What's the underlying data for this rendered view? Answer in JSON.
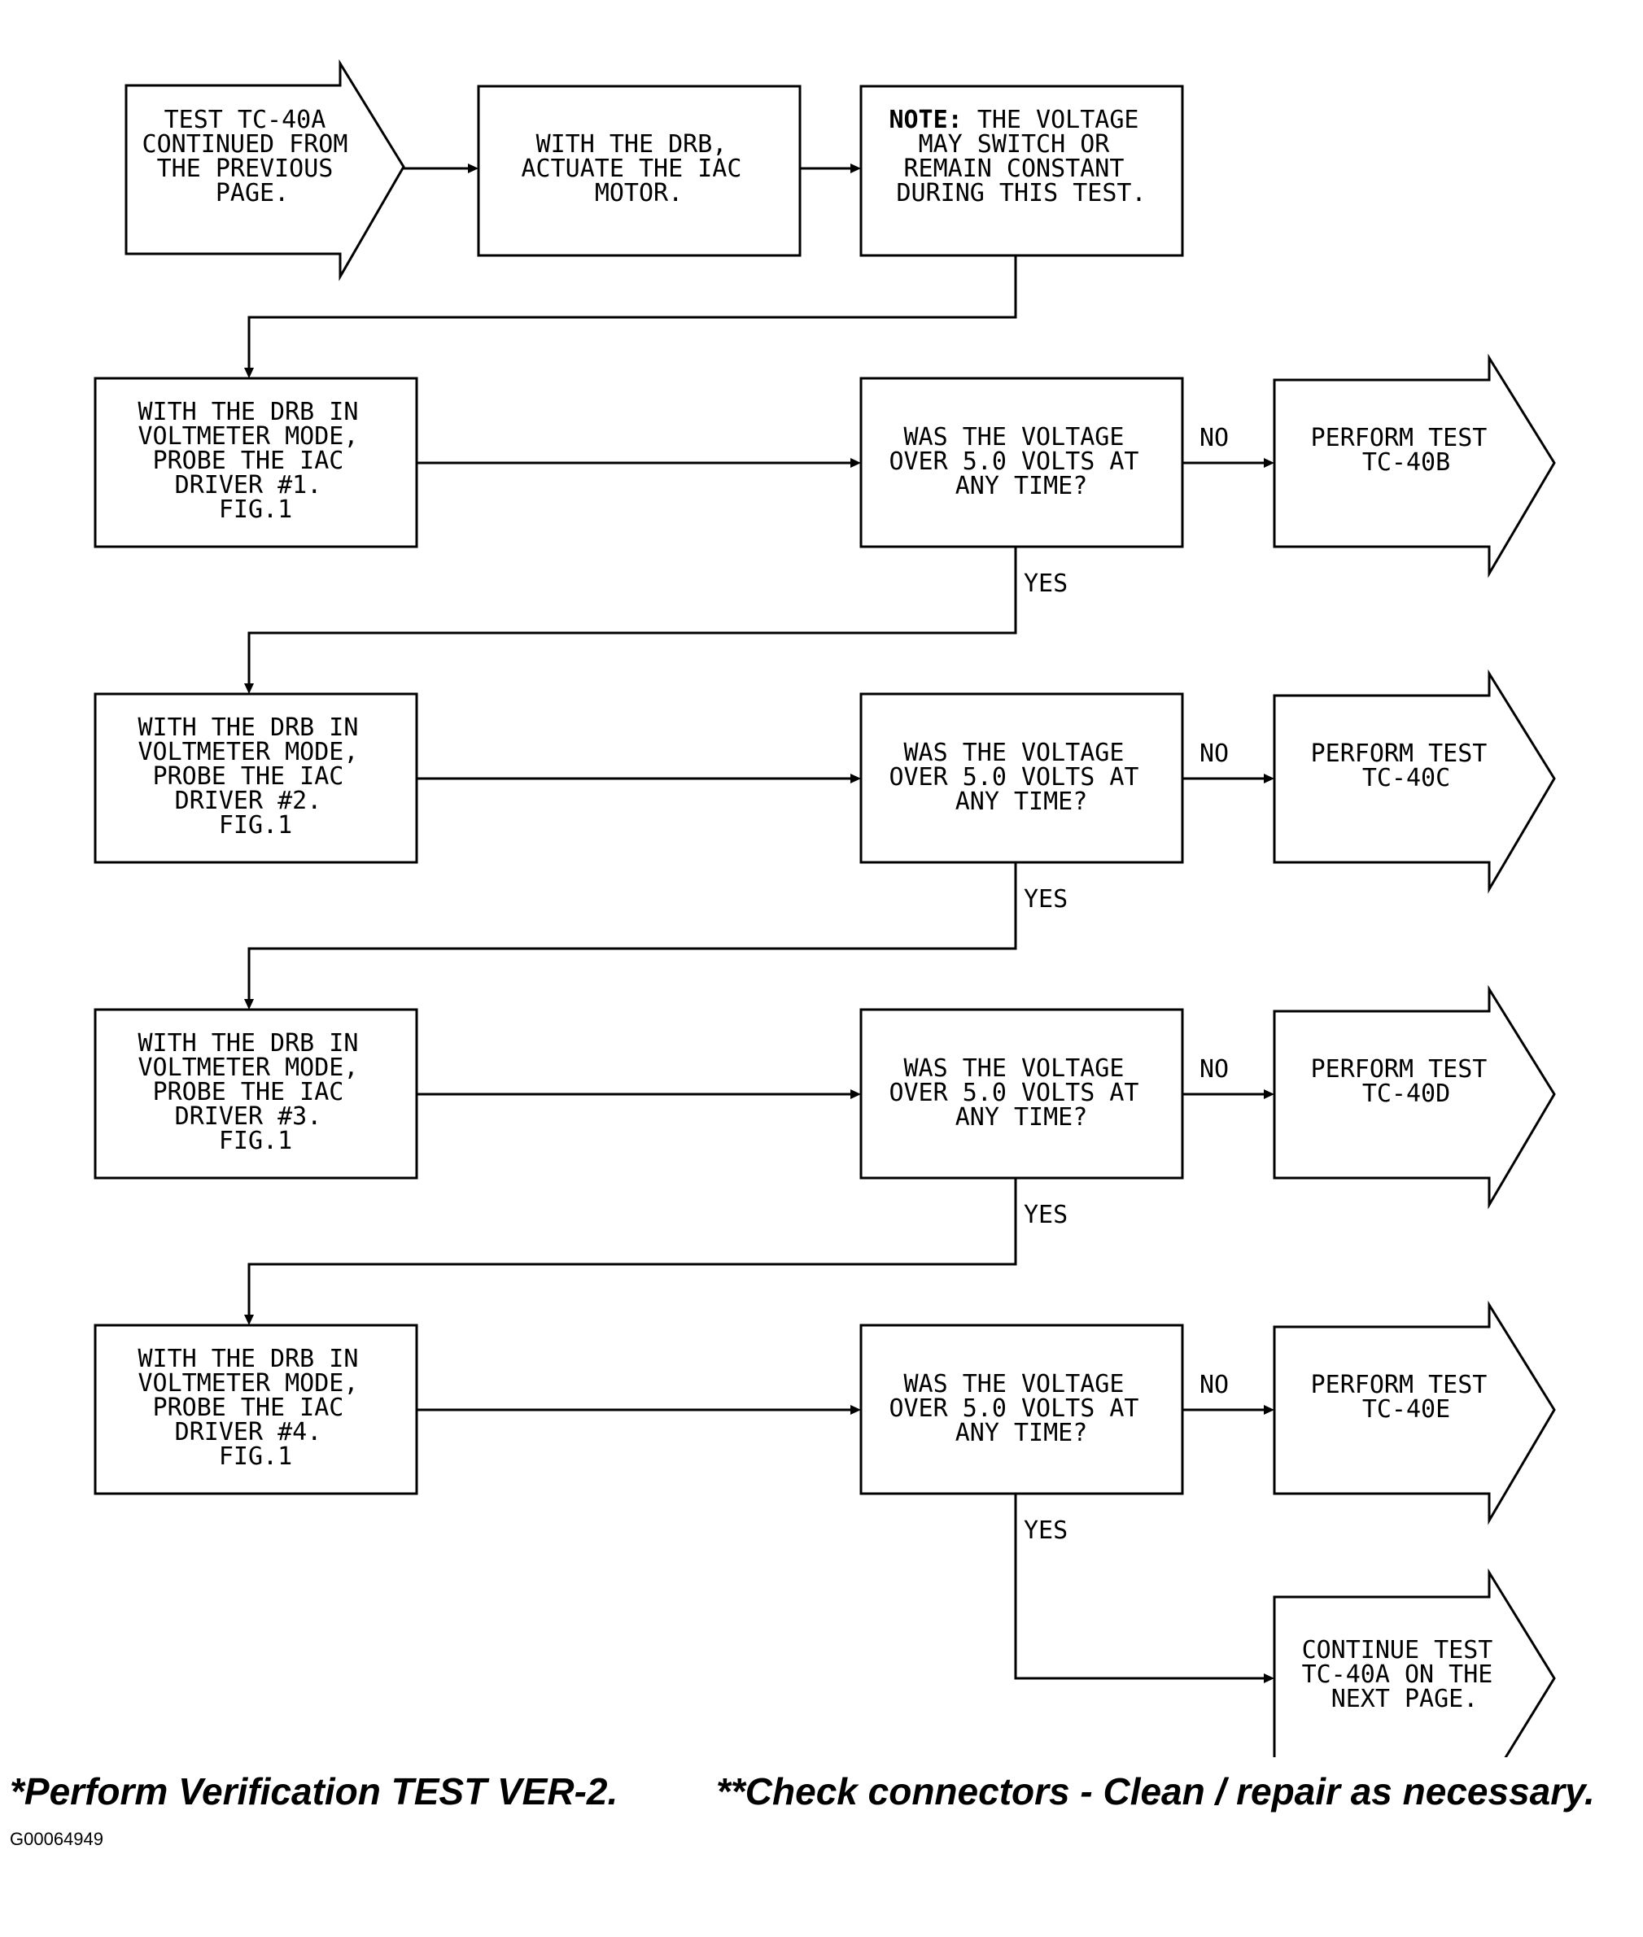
{
  "start": {
    "lines": [
      "TEST TC-40A",
      "CONTINUED FROM",
      "THE PREVIOUS",
      "PAGE."
    ]
  },
  "actuate": {
    "lines": [
      "WITH THE DRB,",
      "ACTUATE THE IAC",
      "MOTOR."
    ]
  },
  "note": {
    "label": "NOTE:",
    "first": "THE VOLTAGE",
    "lines": [
      "MAY SWITCH OR",
      "REMAIN CONSTANT",
      "DURING THIS TEST."
    ]
  },
  "rows": [
    {
      "probe": [
        "WITH THE DRB IN",
        "VOLTMETER MODE,",
        "PROBE THE IAC",
        "DRIVER #1.",
        "FIG.1"
      ],
      "question": [
        "WAS THE VOLTAGE",
        "OVER 5.0 VOLTS AT",
        "ANY TIME?"
      ],
      "no_label": "NO",
      "yes_label": "YES",
      "result": [
        "PERFORM TEST",
        "TC-40B"
      ]
    },
    {
      "probe": [
        "WITH THE DRB IN",
        "VOLTMETER MODE,",
        "PROBE THE IAC",
        "DRIVER #2.",
        "FIG.1"
      ],
      "question": [
        "WAS THE VOLTAGE",
        "OVER 5.0 VOLTS AT",
        "ANY TIME?"
      ],
      "no_label": "NO",
      "yes_label": "YES",
      "result": [
        "PERFORM TEST",
        "TC-40C"
      ]
    },
    {
      "probe": [
        "WITH THE DRB IN",
        "VOLTMETER MODE,",
        "PROBE THE IAC",
        "DRIVER #3.",
        "FIG.1"
      ],
      "question": [
        "WAS THE VOLTAGE",
        "OVER 5.0 VOLTS AT",
        "ANY TIME?"
      ],
      "no_label": "NO",
      "yes_label": "YES",
      "result": [
        "PERFORM TEST",
        "TC-40D"
      ]
    },
    {
      "probe": [
        "WITH THE DRB IN",
        "VOLTMETER MODE,",
        "PROBE THE IAC",
        "DRIVER #4.",
        "FIG.1"
      ],
      "question": [
        "WAS THE VOLTAGE",
        "OVER 5.0 VOLTS AT",
        "ANY TIME?"
      ],
      "no_label": "NO",
      "yes_label": "YES",
      "result": [
        "PERFORM TEST",
        "TC-40E"
      ]
    }
  ],
  "continue": {
    "lines": [
      "CONTINUE TEST",
      "TC-40A ON THE",
      "NEXT PAGE."
    ]
  },
  "footnotes": {
    "left": "*Perform Verification TEST VER-2.",
    "right": "**Check connectors - Clean / repair as necessary."
  },
  "figure_id": "G00064949"
}
